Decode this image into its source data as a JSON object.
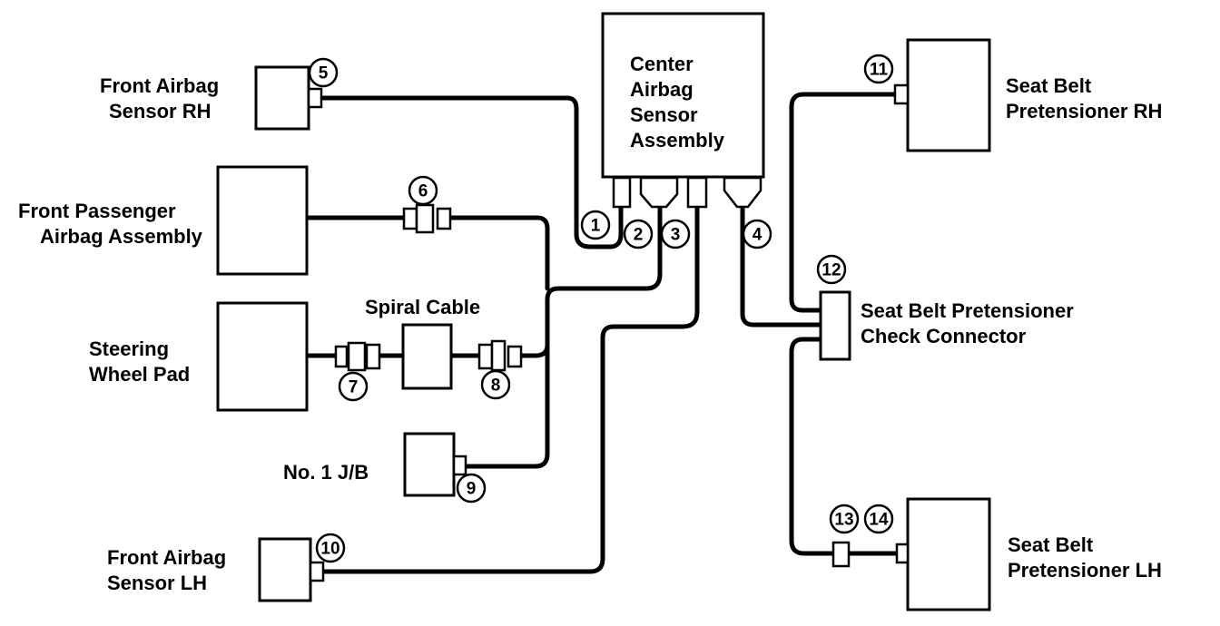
{
  "components": {
    "front_airbag_sensor_rh": [
      "Front Airbag",
      "Sensor RH"
    ],
    "center_airbag_sensor": [
      "Center",
      "Airbag",
      "Sensor",
      "Assembly"
    ],
    "seat_belt_pretensioner_rh": [
      "Seat Belt",
      "Pretensioner RH"
    ],
    "front_passenger_airbag": [
      "Front Passenger",
      "Airbag Assembly"
    ],
    "spiral_cable": "Spiral Cable",
    "steering_wheel_pad": [
      "Steering",
      "Wheel Pad"
    ],
    "check_connector": [
      "Seat Belt Pretensioner",
      "Check Connector"
    ],
    "jb": "No. 1 J/B",
    "front_airbag_sensor_lh": [
      "Front Airbag",
      "Sensor LH"
    ],
    "seat_belt_pretensioner_lh": [
      "Seat Belt",
      "Pretensioner LH"
    ]
  },
  "connectors": [
    "1",
    "2",
    "3",
    "4",
    "5",
    "6",
    "7",
    "8",
    "9",
    "10",
    "11",
    "12",
    "13",
    "14"
  ]
}
